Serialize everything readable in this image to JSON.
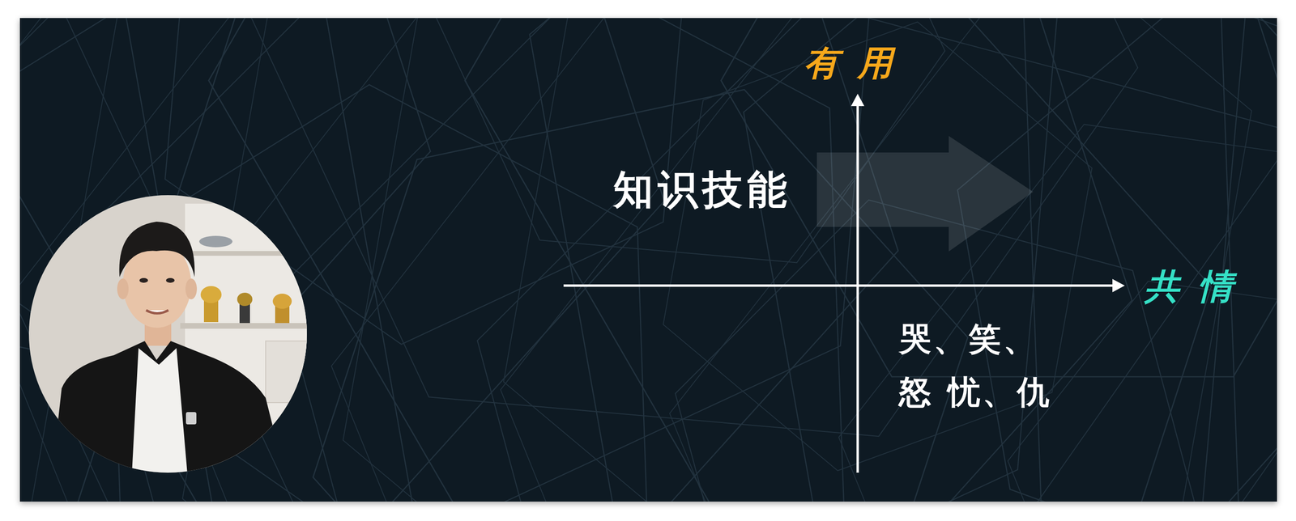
{
  "diagram": {
    "labels": [
      "有用",
      "共情",
      "知识技能",
      "哭、笑、怒 忧、仇"
    ]
  }
}
